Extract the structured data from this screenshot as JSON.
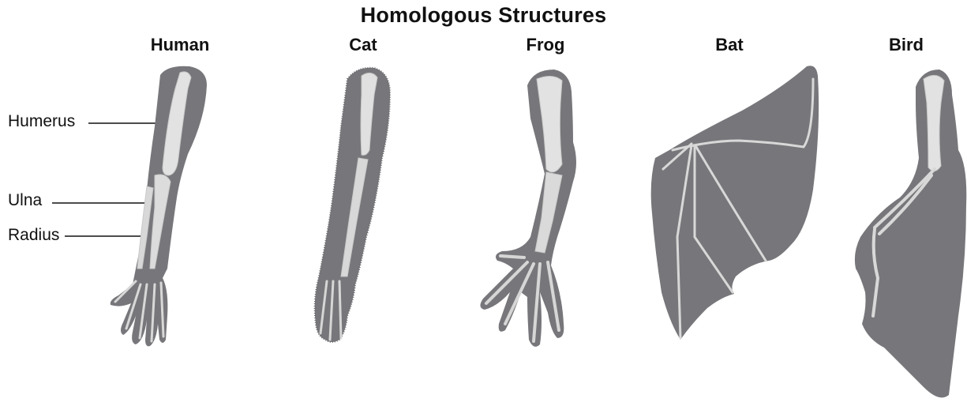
{
  "title": "Homologous Structures",
  "animals": [
    "Human",
    "Cat",
    "Frog",
    "Bat",
    "Bird"
  ],
  "bones": [
    "Humerus",
    "Ulna",
    "Radius"
  ],
  "colors": {
    "skin": "#77777b",
    "bone": "#e4e4e4",
    "bone_edge": "#c9c9c9",
    "line": "#111111"
  }
}
